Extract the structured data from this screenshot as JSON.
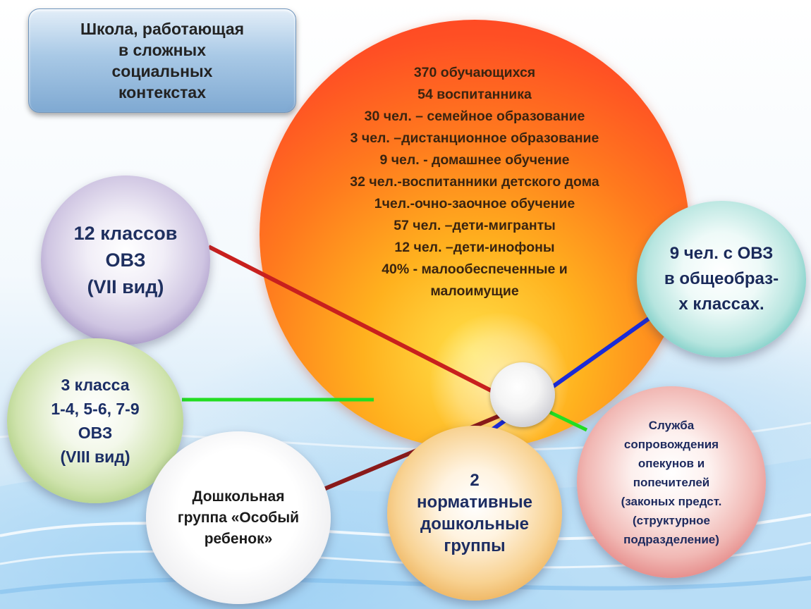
{
  "title": "Школа, работающая\nв сложных\nсоциальных\nконтекстах",
  "main": {
    "lines": [
      "370 обучающихся",
      "54 воспитанника",
      "30 чел. – семейное образование",
      "3 чел. –дистанционное образование",
      "9 чел. - домашнее обучение",
      "32 чел.-воспитанники детского дома",
      "1чел.-очно-заочное обучение",
      "57 чел. –дети-мигранты",
      "12 чел. –дети-инофоны",
      "40% - малообеспеченные и",
      "малоимущие"
    ]
  },
  "bubbles": {
    "classes12": "12 классов\nОВЗ\n(VII вид)",
    "ovz9": "9 чел. с ОВЗ\nв общеобраз-\nх классах.",
    "classes3": "3 класса\n1-4, 5-6, 7-9\nОВЗ\n(VIII  вид)",
    "preschool": "Дошкольная\nгруппа «Особый\nребенок»",
    "normative": "2\nнормативные\nдошкольные\nгруппы",
    "service": "Служба\nсопровождения\nопекунов и\nпопечителей\n(законых предст.\n(структурное\nподразделение)"
  },
  "colors": {
    "line_red": "#c8201e",
    "line_blue": "#1b2bd6",
    "line_green": "#22dd22",
    "line_darkred": "#8a1a1a"
  }
}
